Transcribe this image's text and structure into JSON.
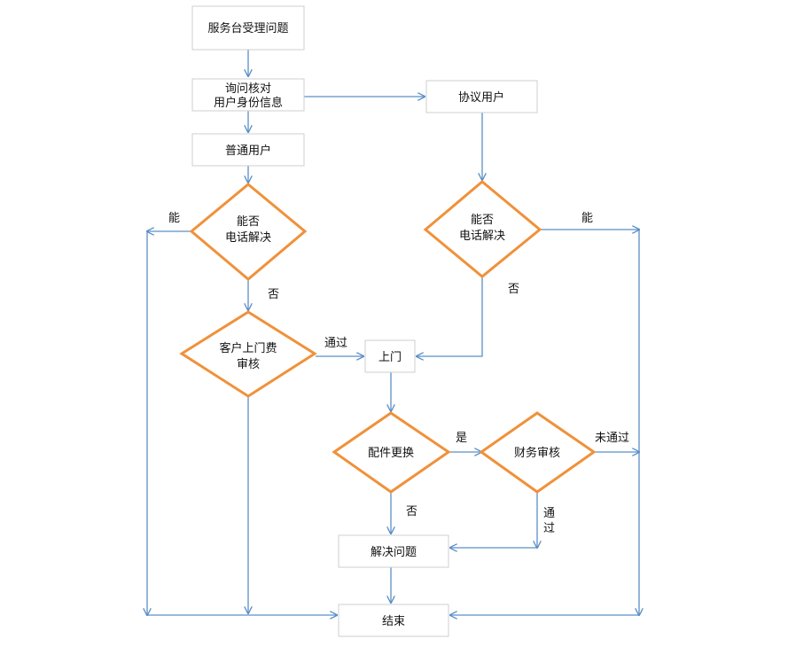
{
  "nodes": {
    "start": "服务台受理问题",
    "verify_line1": "询问核对",
    "verify_line2": "用户身份信息",
    "normal_user": "普通用户",
    "agreement_user": "协议用户",
    "phone_left_line1": "能否",
    "phone_left_line2": "电话解决",
    "phone_right_line1": "能否",
    "phone_right_line2": "电话解决",
    "fee_review_line1": "客户上门费",
    "fee_review_line2": "审核",
    "onsite": "上门",
    "parts_replace": "配件更换",
    "finance_review": "财务审核",
    "resolve": "解决问题",
    "end": "结束"
  },
  "labels": {
    "left_can": "能",
    "left_no": "否",
    "right_can": "能",
    "right_no": "否",
    "passed": "通过",
    "yes": "是",
    "not_passed": "未通过",
    "parts_no": "否",
    "finance_pass_1": "通",
    "finance_pass_2": "过"
  },
  "colors": {
    "edge": "#5b8fc7",
    "decision_border": "#f0913a",
    "box_border": "#cfcfcf"
  }
}
